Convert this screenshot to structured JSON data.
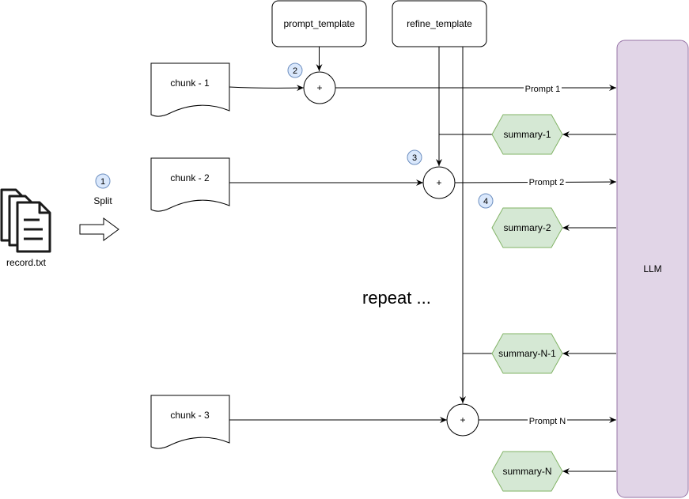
{
  "source_file": {
    "label": "record.txt",
    "icon": "document-stack-icon"
  },
  "split_step": {
    "label": "Split",
    "badge": "1"
  },
  "templates": {
    "prompt": "prompt_template",
    "refine": "refine_template"
  },
  "chunks": [
    "chunk - 1",
    "chunk - 2",
    "chunk - 3"
  ],
  "step_badges": {
    "two": "2",
    "three": "3",
    "four": "4"
  },
  "combiner_symbol": "+",
  "prompts": [
    "Prompt 1",
    "Prompt 2",
    "Prompt N"
  ],
  "summaries": [
    "summary-1",
    "summary-2",
    "summary-N-1",
    "summary-N"
  ],
  "repeat_text": "repeat ...",
  "llm_label": "LLM",
  "colors": {
    "badge_fill": "#dae8fc",
    "badge_stroke": "#6c8ebf",
    "summary_fill": "#d5e8d4",
    "summary_stroke": "#82b366",
    "llm_fill": "#e1d5e7",
    "llm_stroke": "#9673a6",
    "line": "#000000"
  }
}
